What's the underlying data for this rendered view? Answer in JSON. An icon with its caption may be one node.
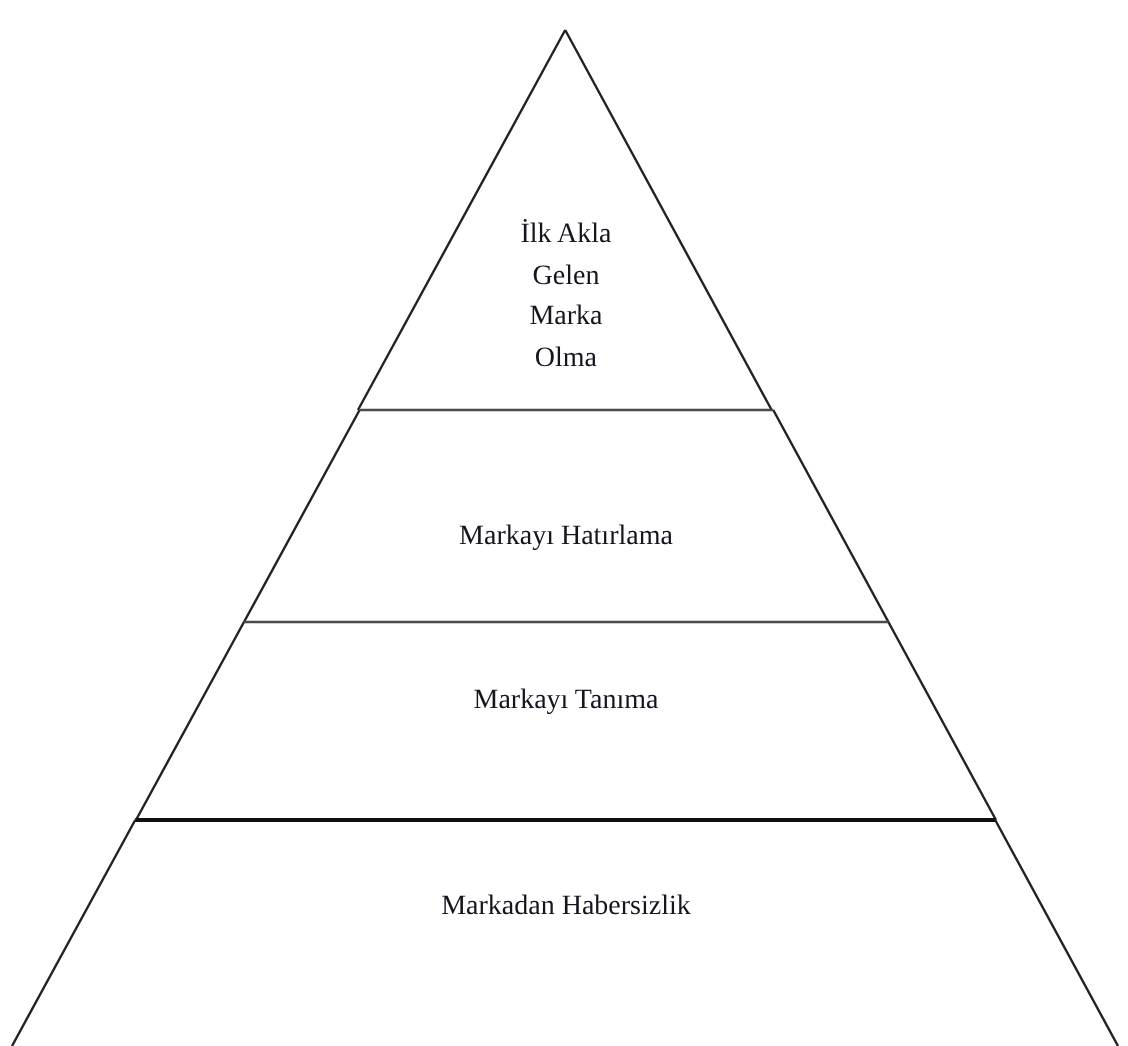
{
  "diagram": {
    "nodes": [
      {
        "text": [
          "İlk Akla Gelen Marka Olma"
        ]
      },
      {
        "text": [
          "Markayı Hatırlama"
        ]
      },
      {
        "text": [
          "Markayı Tanıma"
        ]
      },
      {
        "text": [
          "Markadan Habersizlik"
        ]
      }
    ]
  }
}
